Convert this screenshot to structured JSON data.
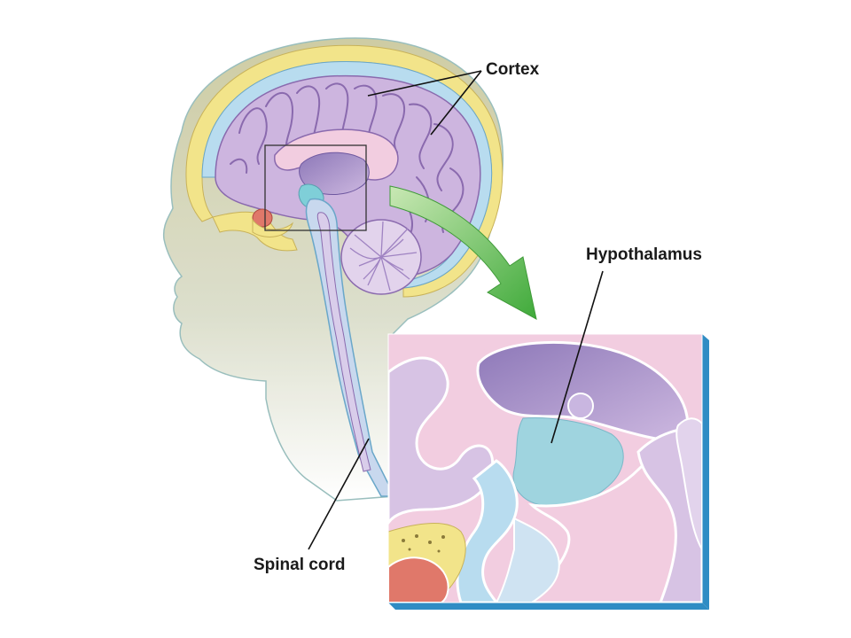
{
  "labels": {
    "cortex": "Cortex",
    "hypothalamus": "Hypothalamus",
    "spinal_cord": "Spinal cord"
  },
  "colors": {
    "skull": "#f2e48a",
    "brain": "#cdb5df",
    "brain_dark": "#9f83c2",
    "csf": "#b8dcef",
    "skin": "#c8c8a0",
    "arrow": "#4fb346",
    "inset_edge": "#2f8cc4",
    "hypothalamus": "#9fd4df",
    "pink_tissue": "#f2cde0"
  }
}
